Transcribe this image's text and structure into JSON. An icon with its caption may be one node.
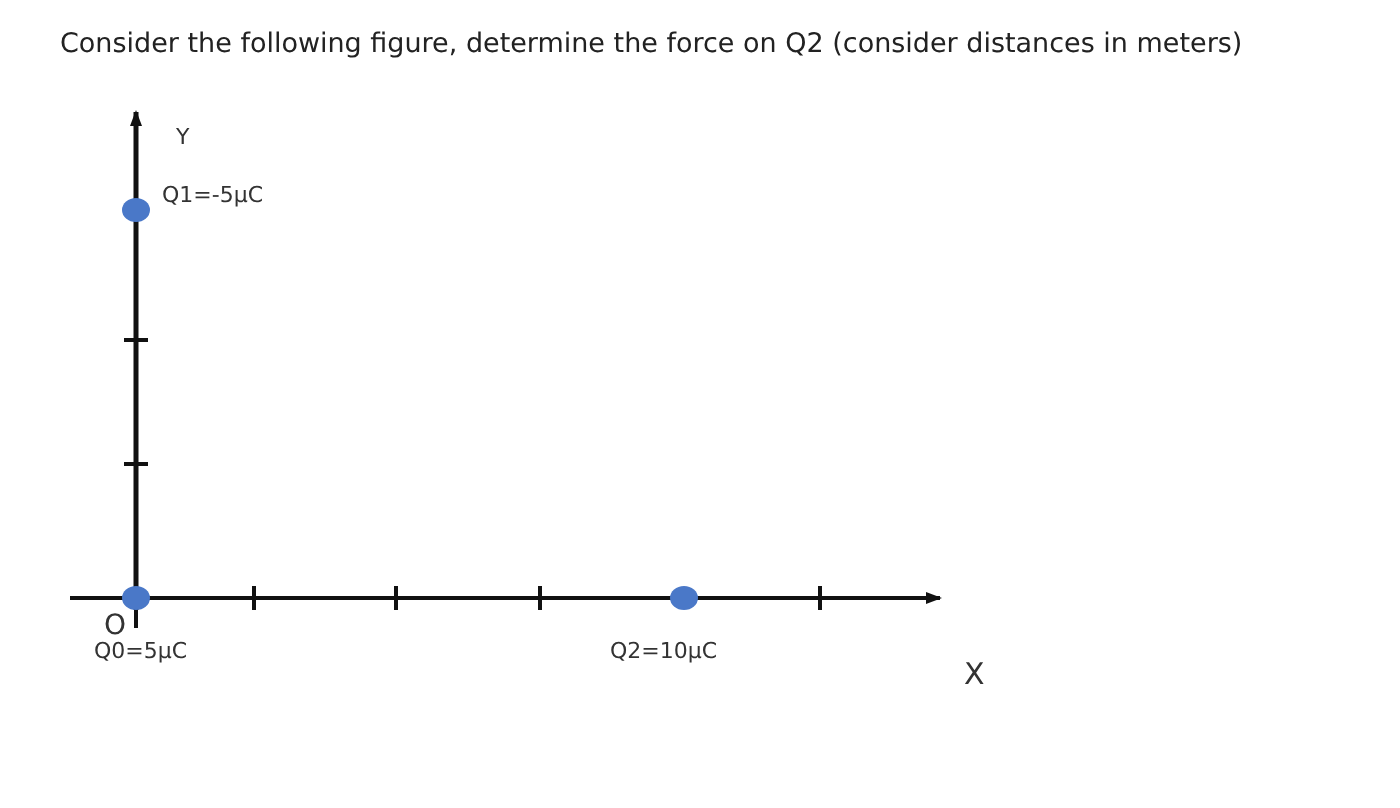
{
  "diagram": {
    "title": "Consider the following figure, determine the force on Q2 (consider distances in meters)",
    "nodes": [
      {
        "text": [],
        "shape": "circle",
        "beside": [
          "Q1=-5μC"
        ]
      },
      {
        "text": [],
        "shape": "circle",
        "beside": [
          "Q0=5μC"
        ]
      },
      {
        "text": [],
        "shape": "circle",
        "beside": [
          "Q2=10μC"
        ]
      }
    ],
    "edges": [],
    "labels": [
      "Y",
      "O",
      "X"
    ]
  }
}
